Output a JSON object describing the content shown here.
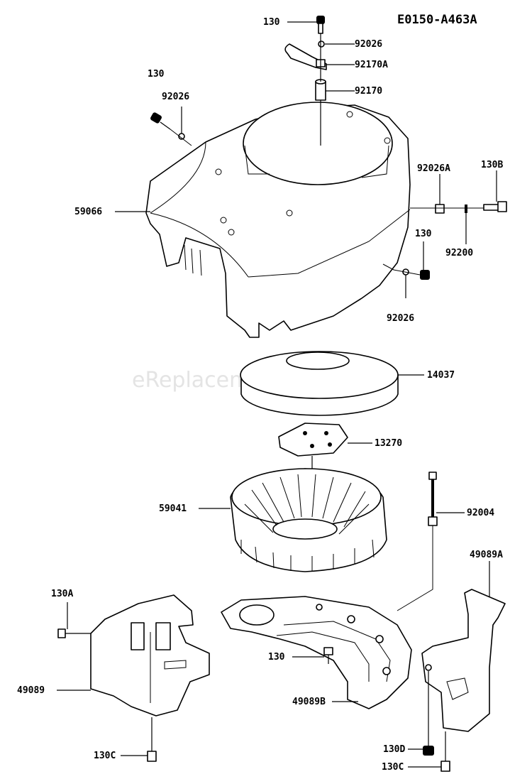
{
  "diagram_code": "E0150-A463A",
  "watermark": "eReplacementParts.com",
  "labels": {
    "p130_top": "130",
    "p92026_top": "92026",
    "p92170A": "92170A",
    "p92170": "92170",
    "p130_left": "130",
    "p92026_left": "92026",
    "p92026A": "92026A",
    "p130B": "130B",
    "p59066": "59066",
    "p130_right": "130",
    "p92200": "92200",
    "p92026_right": "92026",
    "p14037": "14037",
    "p13270": "13270",
    "p59041": "59041",
    "p92004": "92004",
    "p49089A": "49089A",
    "p130A": "130A",
    "p130_mid": "130",
    "p49089": "49089",
    "p49089B": "49089B",
    "p130D": "130D",
    "p130C_left": "130C",
    "p130C_right": "130C"
  }
}
